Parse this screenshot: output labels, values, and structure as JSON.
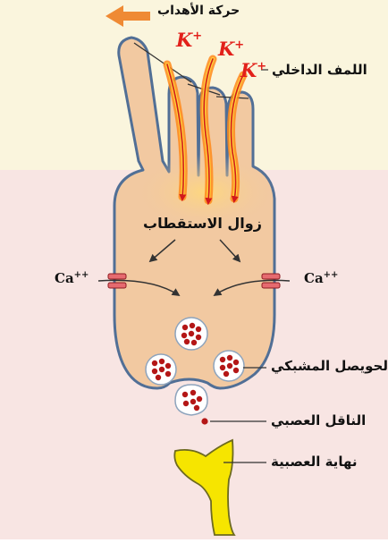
{
  "labels": {
    "hair_movement": "حركة الأهداب",
    "endolymph": "اللمف الداخلي",
    "depolarization": "زوال الاستقطاب",
    "synaptic_vesicle": "الحويصل المشبكي",
    "neurotransmitter": "الناقل العصبي",
    "nerve_ending": "نهاية العصبية",
    "k_ion": "K",
    "k_charge": "+",
    "ca_ion": "Ca",
    "ca_charge": "++"
  },
  "colors": {
    "top_background": "#faf5dd",
    "bottom_background": "#f8e5e3",
    "cell_fill": "#f2c9a1",
    "cell_outline": "#516f96",
    "arrow_orange": "#ef8a34",
    "k_red": "#e2201a",
    "vesicle_dot": "#b41616",
    "nerve_yellow": "#f6e500"
  }
}
